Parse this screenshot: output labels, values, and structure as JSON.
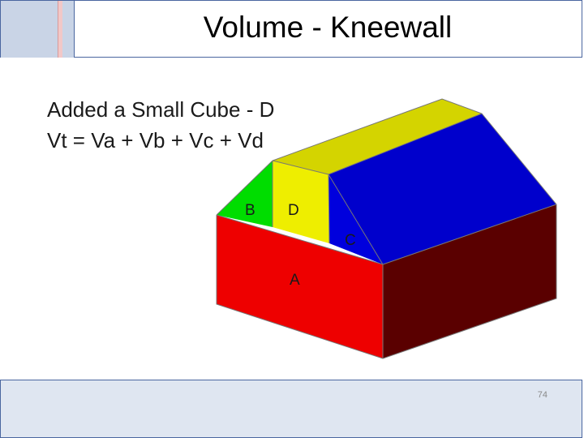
{
  "slide": {
    "title": "Volume - Kneewall",
    "body_lines": [
      "Added a Small Cube - D",
      "Vt = Va + Vb + Vc + Vd"
    ],
    "page_number": "74"
  },
  "diagram": {
    "labels": {
      "a": "A",
      "b": "B",
      "c": "C",
      "d": "D"
    },
    "colors": {
      "a_front": "#ee0000",
      "a_side": "#5a0000",
      "b_gable": "#00dd00",
      "d_front": "#eeee00",
      "yellow_roof": "#d4d400",
      "blue_roof": "#0000cc",
      "c_gable": "#0000dd"
    }
  }
}
